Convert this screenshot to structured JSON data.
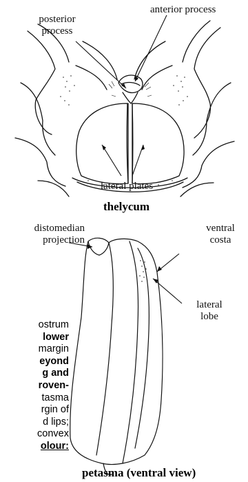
{
  "labels": {
    "anterior_process": "anterior process",
    "posterior_process_line1": "posterior",
    "posterior_process_line2": "process",
    "lateral_plates": "lateral plates",
    "distomedian_line1": "distomedian",
    "distomedian_line2": "projection",
    "ventral_costa_line1": "ventral",
    "ventral_costa_line2": "costa",
    "lateral_lobe_line1": "lateral",
    "lateral_lobe_line2": "lobe"
  },
  "captions": {
    "thelycum": "thelycum",
    "petasma": "petasma (ventral view)"
  },
  "body_text": [
    {
      "text": "ostrum",
      "style": "normal"
    },
    {
      "text": "lower",
      "style": "bold"
    },
    {
      "text": "margin",
      "style": "normal"
    },
    {
      "text": "eyond",
      "style": "bold"
    },
    {
      "text": "g and",
      "style": "bold"
    },
    {
      "text": "roven-",
      "style": "bold"
    },
    {
      "text": "tasma",
      "style": "normal"
    },
    {
      "text": "rgin of",
      "style": "normal"
    },
    {
      "text": "d lips;",
      "style": "normal"
    },
    {
      "text": "convex",
      "style": "normal"
    },
    {
      "text": "olour:",
      "style": "underline"
    }
  ]
}
